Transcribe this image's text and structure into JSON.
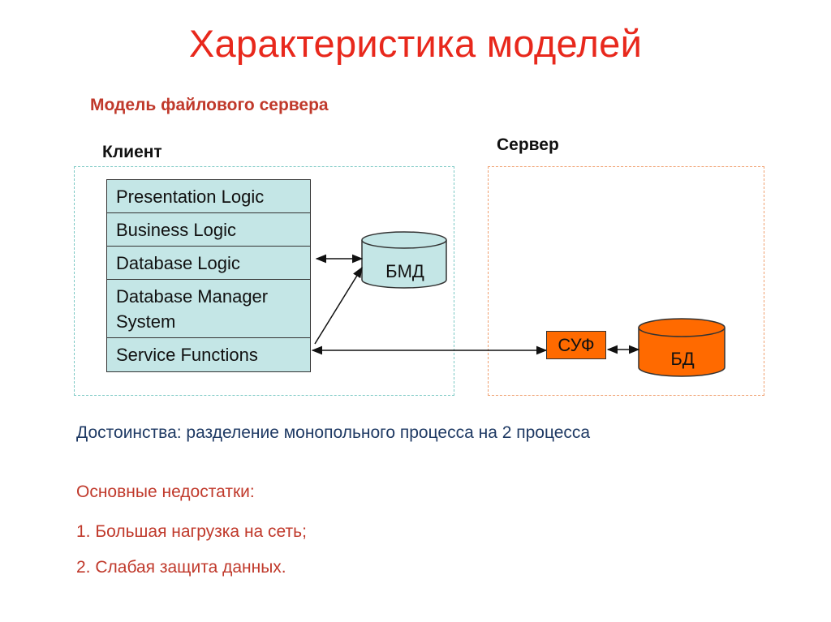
{
  "title": "Характеристика моделей",
  "subtitle": "Модель файлового сервера",
  "client": {
    "label": "Клиент",
    "layers": [
      {
        "label": "Presentation Logic"
      },
      {
        "label": "Business Logic"
      },
      {
        "label": "Database Logic"
      },
      {
        "label": "Database Manager\nSystem"
      },
      {
        "label": "Service Functions"
      }
    ]
  },
  "server": {
    "label": "Сервер"
  },
  "nodes": {
    "bmd": "БМД",
    "cuf": "СУФ",
    "bd": "БД"
  },
  "advantages": "Достоинства: разделение монопольного процесса на 2 процесса",
  "disadvantages": {
    "title": "Основные недостатки:",
    "items": [
      "1. Большая нагрузка на сеть;",
      "2. Слабая защита данных."
    ]
  },
  "colors": {
    "title": "#e8281c",
    "layer_fill": "#c4e6e6",
    "bmd_fill": "#c4e6e6",
    "server_fill": "#ff6a00",
    "client_region_border": "#7cc9c4",
    "server_region_border": "#f0a070"
  }
}
